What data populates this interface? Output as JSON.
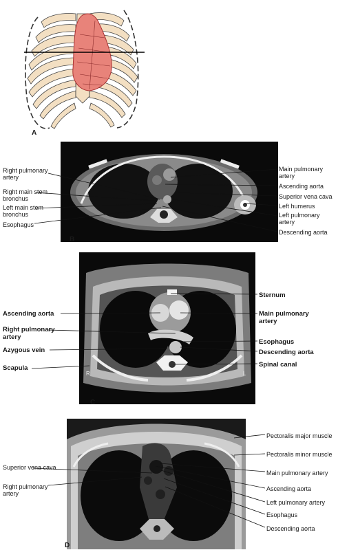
{
  "panels": {
    "a": {
      "letter": "A"
    },
    "b": {
      "letter": "B",
      "labels_left": [
        "Right pulmonary artery",
        "Right main stem bronchus",
        "Left main stem bronchus",
        "Esophagus"
      ],
      "labels_right": [
        "Main pulmonary artery",
        "Ascending aorta",
        "Superior vena cava",
        "Left humerus",
        "Left pulmonary artery",
        "Descending aorta"
      ]
    },
    "c": {
      "letter": "C",
      "labels_left": [
        "Ascending aorta",
        "Right pulmonary artery",
        "Azygous vein",
        "Scapula"
      ],
      "labels_right": [
        "Sternum",
        "Main pulmonary artery",
        "Esophagus",
        "Descending aorta",
        "Spinal canal"
      ],
      "scan_marker_left": "R",
      "scan_marker_right": "L"
    },
    "d": {
      "letter": "D",
      "labels_left": [
        "Superior vena cava",
        "Right pulmonary artery"
      ],
      "labels_right": [
        "Pectoralis major muscle",
        "Pectoralis minor muscle",
        "Main pulmonary artery",
        "Ascending aorta",
        "Left pulmonary artery",
        "Esophagus",
        "Descending aorta"
      ]
    }
  }
}
